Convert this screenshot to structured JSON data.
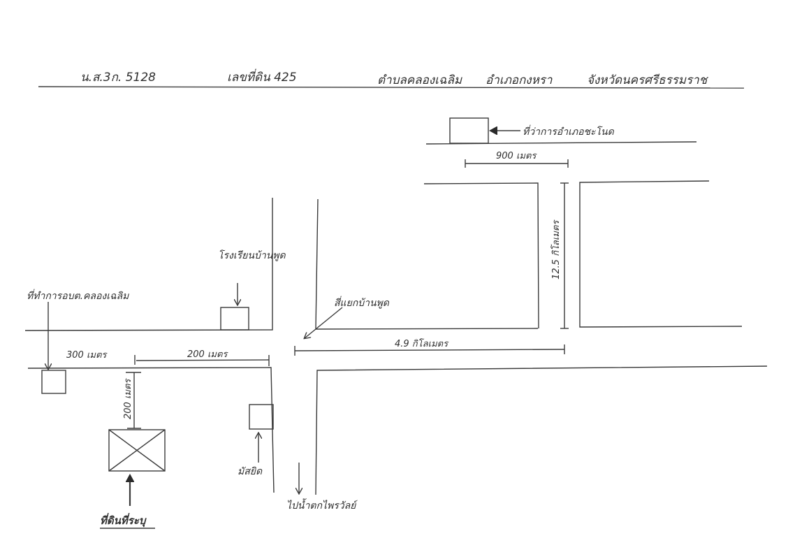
{
  "header": {
    "deed_no": "น.ส.3ก. 5128",
    "parcel_no": "เลขที่ดิน 425",
    "subdistrict": "ตำบลคลองเฉลิม",
    "district": "อำเภอกงหรา",
    "province": "จังหวัดนครศรีธรรมราช"
  },
  "labels": {
    "district_office": "ที่ว่าการอำเภอชะโนด",
    "school": "โรงเรียนบ้านพูด",
    "tao_office": "ที่ทำการอบต.คลองเฉลิม",
    "intersection": "สี่แยกบ้านพูด",
    "mosque": "มัสยิด",
    "to_waterfall": "ไปน้ำตกไพรวัลย์",
    "site": "ที่ดินที่ระบุ"
  },
  "distances": {
    "d_900": "900 เมตร",
    "d_12_5km": "12.5 กิโลเมตร",
    "d_4_9km": "4.9 กิโลเมตร",
    "d_300": "300 เมตร",
    "d_200h": "200 เมตร",
    "d_200v": "200 เมตร"
  }
}
